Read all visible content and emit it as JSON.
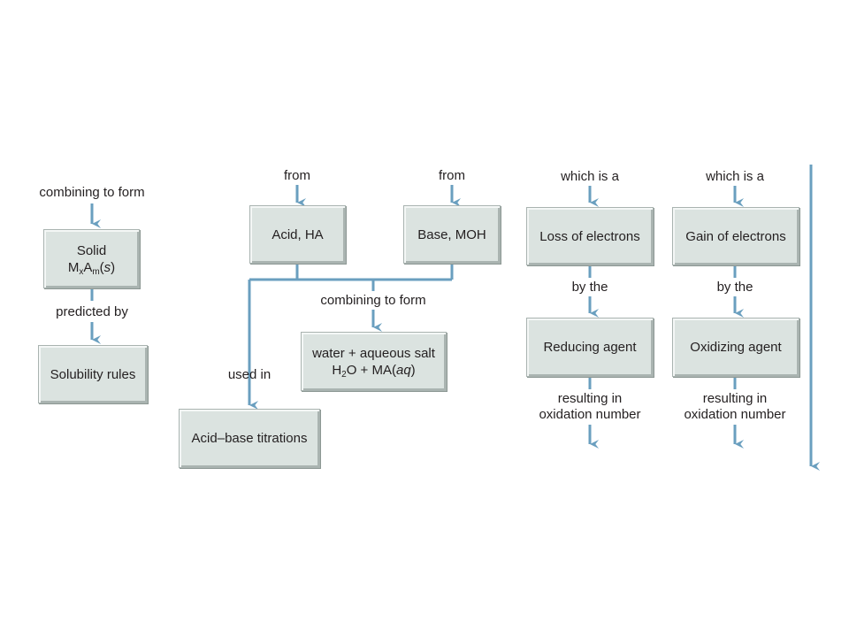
{
  "colors": {
    "line": "#6a9fbf",
    "box_fill": "#dbe3e0",
    "text": "#231f20"
  },
  "solid_column": {
    "label_top": "combining to form",
    "solid_box": {
      "line1": "Solid",
      "formula": "MxAm(s)",
      "formula_parts": {
        "m1": "M",
        "x": "x",
        "a": "A",
        "m": "m",
        "s_open": "(",
        "s": "s",
        "s_close": ")"
      }
    },
    "label_mid": "predicted by",
    "rules_box": "Solubility rules"
  },
  "acid_base": {
    "from_acid": "from",
    "from_base": "from",
    "acid_box": "Acid, HA",
    "base_box": "Base, MOH",
    "label_combining": "combining to form",
    "salt_box": {
      "line1": "water + aqueous salt",
      "line2_parts": {
        "h": "H",
        "two": "2",
        "o_plus": "O + MA(",
        "aq": "aq",
        "close": ")"
      }
    },
    "label_used_in": "used in",
    "titration_box": "Acid–base titrations"
  },
  "redox": {
    "left": {
      "label_top": "which is a",
      "box1": "Loss of electrons",
      "label_mid": "by the",
      "box2": "Reducing agent",
      "label_bottom_1": "resulting in",
      "label_bottom_2": "oxidation number"
    },
    "right": {
      "label_top": "which is a",
      "box1": "Gain of electrons",
      "label_mid": "by the",
      "box2": "Oxidizing agent",
      "label_bottom_1": "resulting in",
      "label_bottom_2": "oxidation number"
    }
  }
}
